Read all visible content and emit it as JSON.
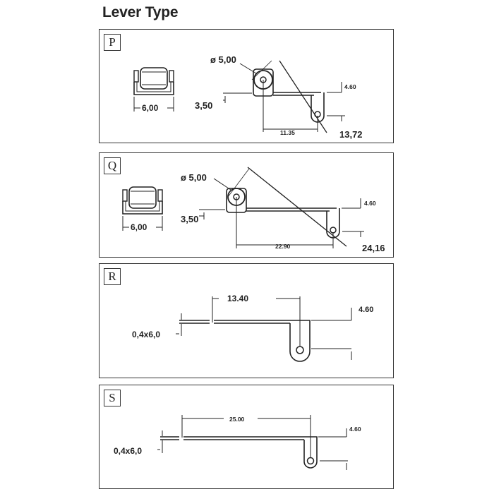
{
  "title": "Lever Type",
  "panels": {
    "p": {
      "letter": "P",
      "width_label": "6,00",
      "diameter_label": "ø 5,00",
      "offset_label": "3,50",
      "span_label": "11.35",
      "lever_label": "13,72",
      "height_label": "4.60"
    },
    "q": {
      "letter": "Q",
      "width_label": "6,00",
      "diameter_label": "ø 5,00",
      "offset_label": "3,50",
      "span_label": "22.90",
      "lever_label": "24,16",
      "height_label": "4.60"
    },
    "r": {
      "letter": "R",
      "thickness_label": "0,4x6,0",
      "span_label": "13.40",
      "height_label": "4.60"
    },
    "s": {
      "letter": "S",
      "thickness_label": "0,4x6,0",
      "span_label": "25.00",
      "height_label": "4.60"
    }
  }
}
